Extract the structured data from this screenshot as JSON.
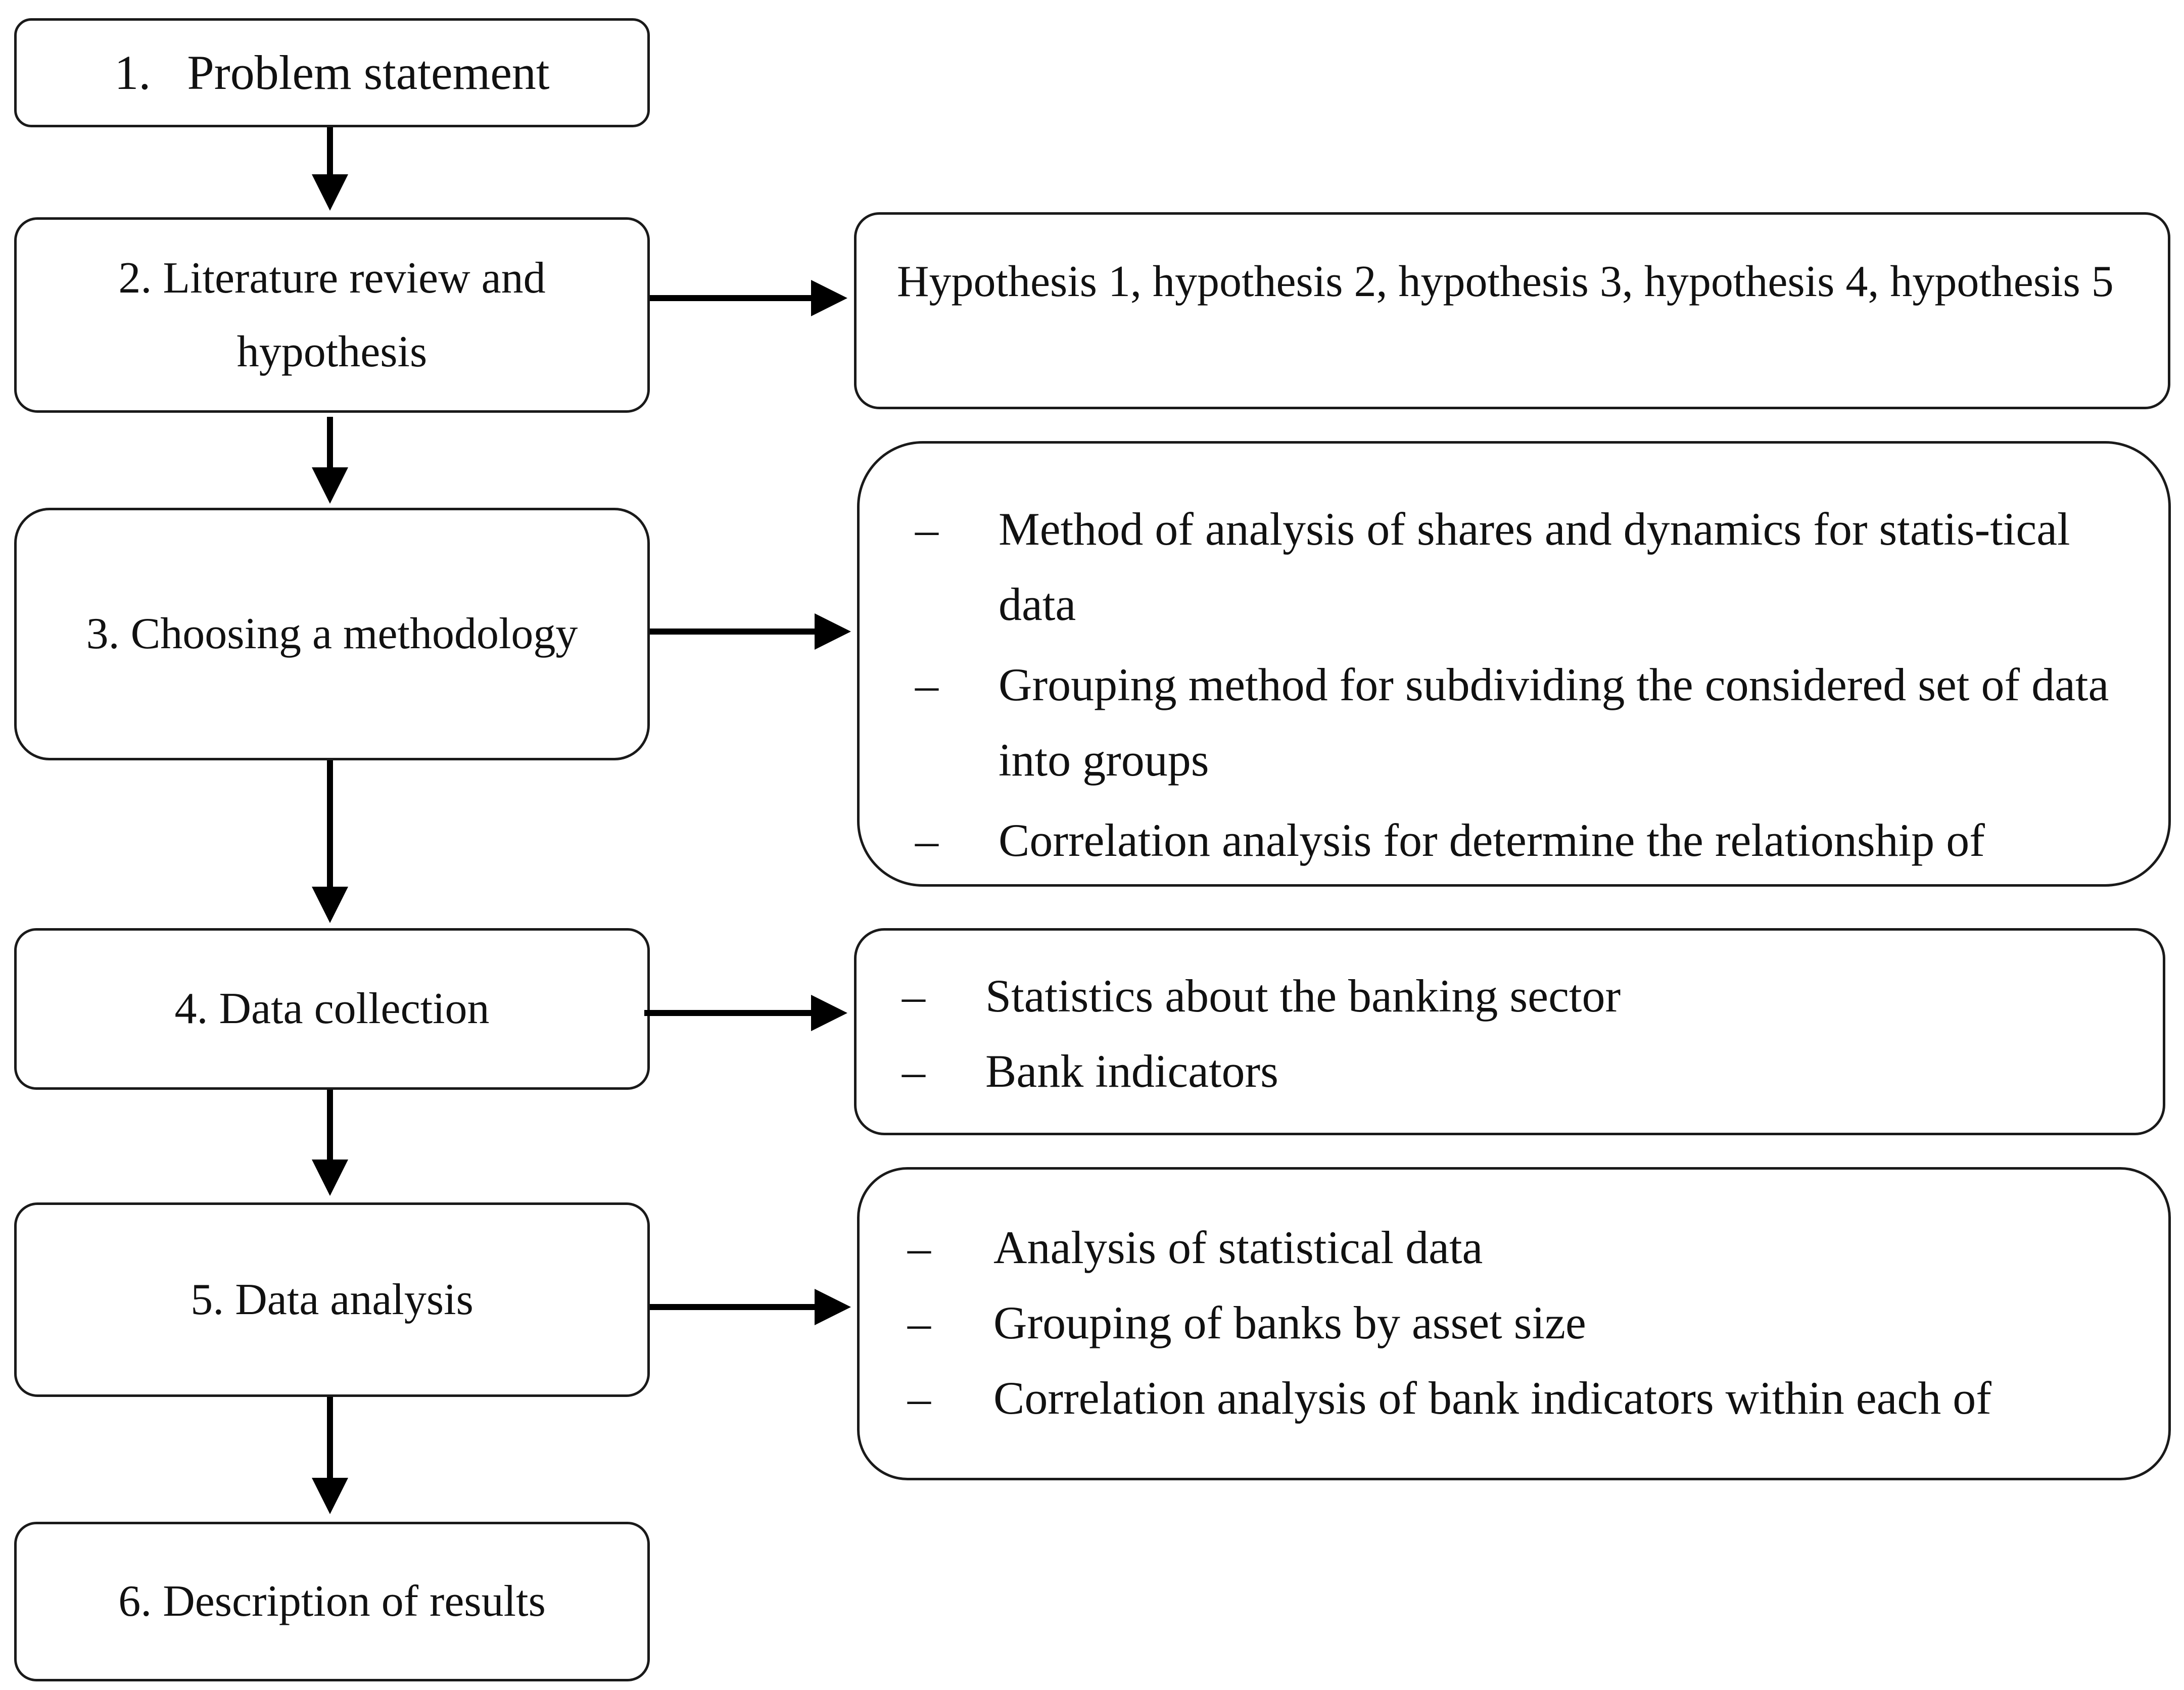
{
  "steps": [
    {
      "id": 1,
      "label": "1.   Problem statement"
    },
    {
      "id": 2,
      "label": "2. Literature review and hypothesis"
    },
    {
      "id": 3,
      "label": "3. Choosing a methodology"
    },
    {
      "id": 4,
      "label": "4. Data collection"
    },
    {
      "id": 5,
      "label": "5. Data analysis"
    },
    {
      "id": 6,
      "label": "6. Description of results"
    }
  ],
  "details": {
    "hypotheses": "Hypothesis 1, hypothesis 2, hypothesis 3, hypothesis 4, hypothesis 5",
    "methodology": [
      "Method of analysis of shares and dynamics for statis-tical data",
      "Grouping method for subdividing the considered set of data into groups",
      "Correlation analysis for determine the relationship of"
    ],
    "data_collection": [
      "Statistics about the banking sector",
      "Bank indicators"
    ],
    "data_analysis": [
      "Analysis of statistical data",
      "Grouping of banks by asset size",
      "Correlation analysis of bank indicators within each of"
    ],
    "bullet_marker": "–"
  }
}
